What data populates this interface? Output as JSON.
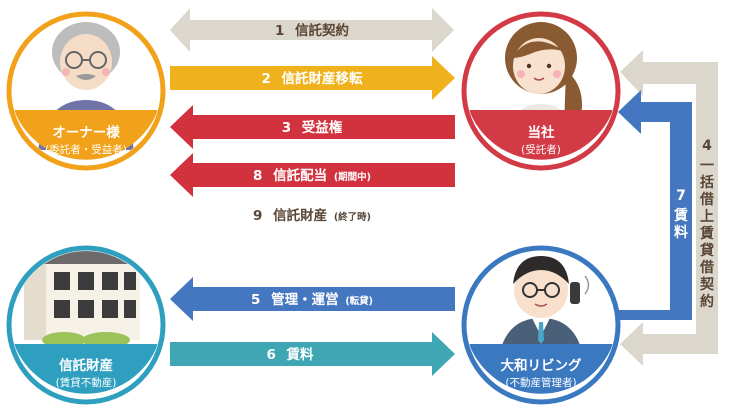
{
  "parties": {
    "owner": {
      "name": "オーナー様",
      "role": "(委託者・受益者)"
    },
    "company": {
      "name": "当社",
      "role": "(受託者)"
    },
    "property": {
      "name": "信託財産",
      "role": "(賃貸不動産)"
    },
    "manager": {
      "name": "大和リビング",
      "role": "(不動産管理者)"
    }
  },
  "flows": [
    {
      "num": "1",
      "text": "信託契約",
      "note": ""
    },
    {
      "num": "2",
      "text": "信託財産移転",
      "note": ""
    },
    {
      "num": "3",
      "text": "受益権",
      "note": ""
    },
    {
      "num": "8",
      "text": "信託配当",
      "note": "(期間中)"
    },
    {
      "num": "9",
      "text": "信託財産",
      "note": "(終了時)"
    },
    {
      "num": "5",
      "text": "管理・運営",
      "note": "(転貸)"
    },
    {
      "num": "6",
      "text": "賃料",
      "note": ""
    },
    {
      "num": "7",
      "text": "賃料",
      "note": ""
    },
    {
      "num": "4",
      "text": "一括借上賃貸借契約",
      "note": ""
    }
  ],
  "colors": {
    "gray_arrow": "#dcd7cc",
    "yellow_arrow": "#efb21c",
    "red_arrow": "#d2323e",
    "blue_arrow": "#4577c1",
    "teal_arrow": "#3ea7b3",
    "owner_circle": "#f2a21a",
    "company_circle": "#d23a45",
    "property_circle": "#2f9fc0",
    "manager_circle": "#3a78c0",
    "text_dark": "#5a4636"
  },
  "icons": {
    "owner": "elderly-man-icon",
    "company": "woman-avatar-icon",
    "property": "apartment-building-icon",
    "manager": "businessman-phone-icon"
  }
}
